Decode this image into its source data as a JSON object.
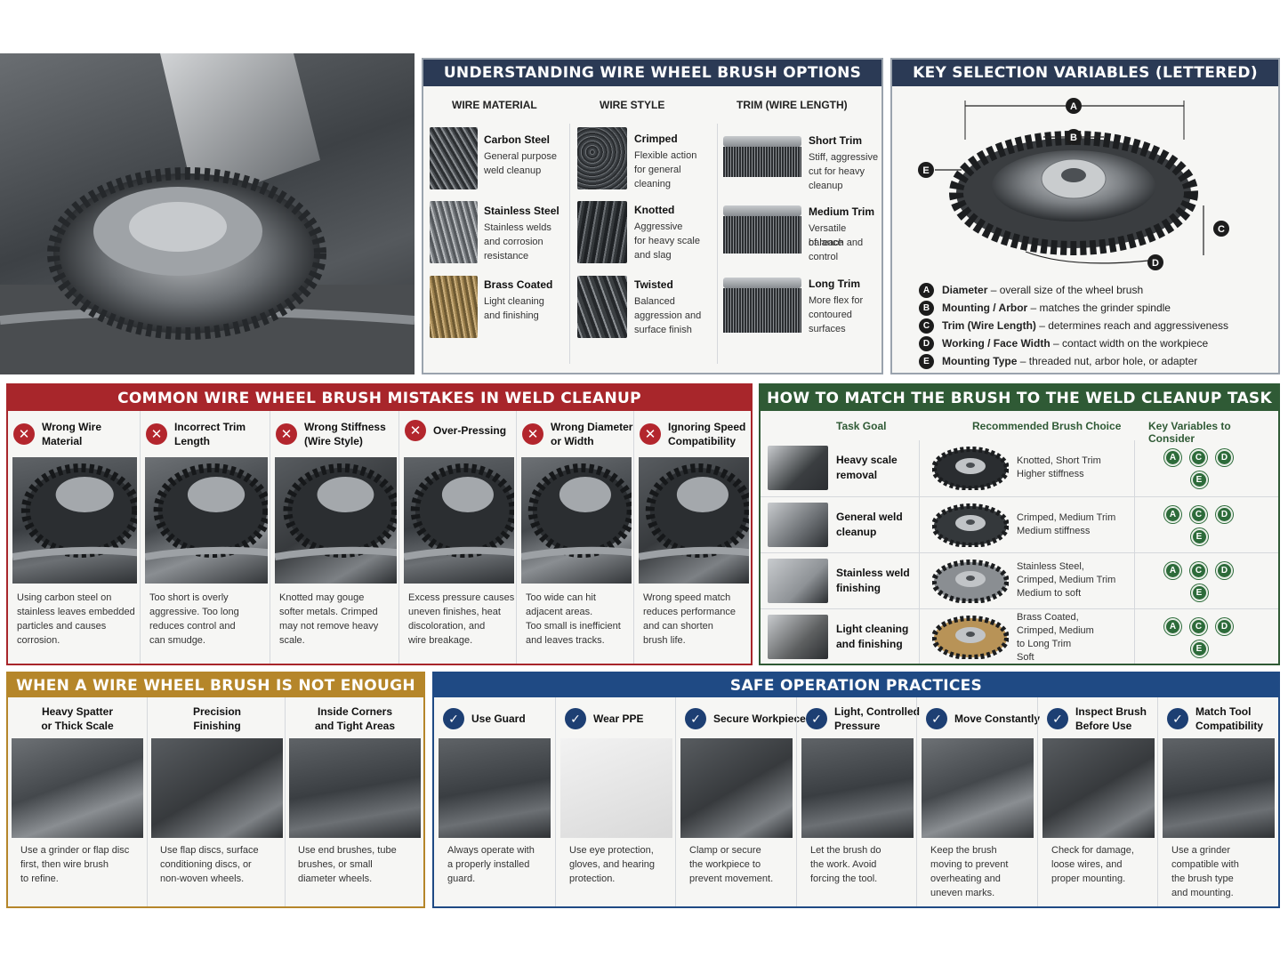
{
  "options": {
    "title": "UNDERSTANDING WIRE WHEEL BRUSH OPTIONS",
    "columns": [
      "WIRE MATERIAL",
      "WIRE STYLE",
      "TRIM (WIRE LENGTH)"
    ],
    "material": [
      {
        "name": "Carbon Steel",
        "desc": [
          "General purpose",
          "weld cleanup"
        ]
      },
      {
        "name": "Stainless Steel",
        "desc": [
          "Stainless welds",
          "and corrosion",
          "resistance"
        ]
      },
      {
        "name": "Brass Coated",
        "desc": [
          "Light cleaning",
          "and finishing"
        ]
      }
    ],
    "style": [
      {
        "name": "Crimped",
        "desc": [
          "Flexible action",
          "for general",
          "cleaning"
        ]
      },
      {
        "name": "Knotted",
        "desc": [
          "Aggressive",
          "for heavy scale",
          "and slag"
        ]
      },
      {
        "name": "Twisted",
        "desc": [
          "Balanced",
          "aggression and",
          "surface finish"
        ]
      }
    ],
    "trim": [
      {
        "name": "Short Trim",
        "desc": [
          "Stiff, aggressive",
          "cut for heavy",
          "cleanup"
        ]
      },
      {
        "name": "Medium Trim",
        "desc": [
          "Versatile balance",
          "of reach and",
          "control"
        ]
      },
      {
        "name": "Long Trim",
        "desc": [
          "More flex for",
          "contoured",
          "surfaces"
        ]
      }
    ]
  },
  "variables": {
    "title": "KEY SELECTION VARIABLES (LETTERED)",
    "items": [
      {
        "letter": "A",
        "term": "Diameter",
        "desc": " – overall size of the wheel brush"
      },
      {
        "letter": "B",
        "term": "Mounting / Arbor",
        "desc": " – matches the grinder spindle"
      },
      {
        "letter": "C",
        "term": "Trim (Wire Length)",
        "desc": " – determines reach and aggressiveness"
      },
      {
        "letter": "D",
        "term": "Working / Face Width",
        "desc": " – contact width on the workpiece"
      },
      {
        "letter": "E",
        "term": "Mounting Type",
        "desc": " – threaded nut, arbor hole, or adapter"
      }
    ]
  },
  "mistakes": {
    "title": "COMMON WIRE WHEEL BRUSH MISTAKES IN WELD CLEANUP",
    "items": [
      {
        "title": [
          "Wrong Wire",
          "Material"
        ],
        "desc": [
          "Using carbon steel on",
          "stainless leaves embedded",
          "particles and causes",
          "corrosion."
        ]
      },
      {
        "title": [
          "Incorrect Trim",
          "Length"
        ],
        "desc": [
          "Too short is overly",
          "aggressive. Too long",
          "reduces control and",
          "can smudge."
        ]
      },
      {
        "title": [
          "Wrong Stiffness",
          "(Wire Style)"
        ],
        "desc": [
          "Knotted may gouge",
          "softer metals. Crimped",
          "may not remove heavy",
          "scale."
        ]
      },
      {
        "title": [
          "Over-Pressing"
        ],
        "desc": [
          "Excess pressure causes",
          "uneven finishes, heat",
          "discoloration, and",
          "wire breakage."
        ]
      },
      {
        "title": [
          "Wrong Diameter",
          "or Width"
        ],
        "desc": [
          "Too wide can hit",
          "adjacent areas.",
          "Too small is inefficient",
          "and leaves tracks."
        ]
      },
      {
        "title": [
          "Ignoring Speed",
          "Compatibility"
        ],
        "desc": [
          "Wrong speed match",
          "reduces performance",
          "and can shorten",
          "brush life."
        ]
      }
    ]
  },
  "match": {
    "title": "HOW TO MATCH THE BRUSH TO THE WELD CLEANUP TASK",
    "headers": [
      "Task Goal",
      "Recommended Brush Choice",
      "Key Variables to Consider"
    ],
    "rows": [
      {
        "goal": [
          "Heavy scale",
          "removal"
        ],
        "choice": [
          "Knotted, Short Trim",
          "Higher stiffness"
        ],
        "vars": [
          "A",
          "C",
          "D",
          "E"
        ]
      },
      {
        "goal": [
          "General weld",
          "cleanup"
        ],
        "choice": [
          "Crimped, Medium Trim",
          "Medium stiffness"
        ],
        "vars": [
          "A",
          "C",
          "D",
          "E"
        ]
      },
      {
        "goal": [
          "Stainless weld",
          "finishing"
        ],
        "choice": [
          "Stainless Steel,",
          "Crimped, Medium Trim",
          "Medium to soft"
        ],
        "vars": [
          "A",
          "C",
          "D",
          "E"
        ]
      },
      {
        "goal": [
          "Light cleaning",
          "and finishing"
        ],
        "choice": [
          "Brass Coated,",
          "Crimped, Medium",
          "to Long Trim",
          "Soft"
        ],
        "vars": [
          "A",
          "C",
          "D",
          "E"
        ]
      }
    ]
  },
  "not_enough": {
    "title": "WHEN A WIRE WHEEL BRUSH IS NOT ENOUGH",
    "items": [
      {
        "title": [
          "Heavy Spatter",
          "or Thick Scale"
        ],
        "desc": [
          "Use a grinder or flap disc",
          "first, then wire brush",
          "to refine."
        ]
      },
      {
        "title": [
          "Precision",
          "Finishing"
        ],
        "desc": [
          "Use flap discs, surface",
          "conditioning discs, or",
          "non-woven wheels."
        ]
      },
      {
        "title": [
          "Inside Corners",
          "and Tight Areas"
        ],
        "desc": [
          "Use end brushes, tube",
          "brushes, or small",
          "diameter wheels."
        ]
      }
    ]
  },
  "safety": {
    "title": "SAFE OPERATION PRACTICES",
    "items": [
      {
        "title": [
          "Use Guard"
        ],
        "desc": [
          "Always operate with",
          "a properly installed",
          "guard."
        ]
      },
      {
        "title": [
          "Wear PPE"
        ],
        "desc": [
          "Use eye protection,",
          "gloves, and hearing",
          "protection."
        ]
      },
      {
        "title": [
          "Secure Workpiece"
        ],
        "desc": [
          "Clamp or secure",
          "the workpiece to",
          "prevent movement."
        ]
      },
      {
        "title": [
          "Light, Controlled",
          "Pressure"
        ],
        "desc": [
          "Let the brush do",
          "the work. Avoid",
          "forcing the tool."
        ]
      },
      {
        "title": [
          "Move Constantly"
        ],
        "desc": [
          "Keep the brush",
          "moving to prevent",
          "overheating and",
          "uneven marks."
        ]
      },
      {
        "title": [
          "Inspect Brush",
          "Before Use"
        ],
        "desc": [
          "Check for damage,",
          "loose wires, and",
          "proper mounting."
        ]
      },
      {
        "title": [
          "Match Tool",
          "Compatibility"
        ],
        "desc": [
          "Use a grinder",
          "compatible with",
          "the brush type",
          "and mounting."
        ]
      }
    ]
  },
  "colors": {
    "navy": "#2b3a55",
    "red": "#a8262b",
    "green": "#2f5a35",
    "gold": "#b5862a",
    "blue": "#1f4a84"
  }
}
